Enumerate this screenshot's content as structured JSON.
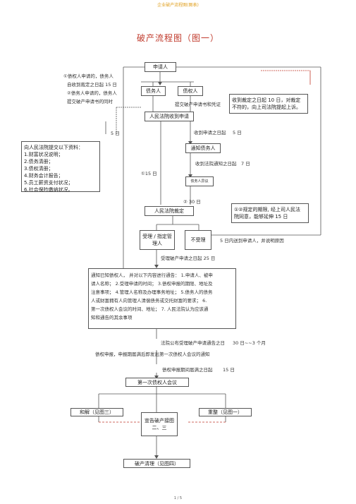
{
  "header": {
    "title": "企业破产流程图(图表)"
  },
  "page_title": "破产流程图（图一）",
  "page_number": "1 / 5",
  "nodes": {
    "applicant": "申请人",
    "debtor": "债务人",
    "creditor": "债权人",
    "submit_court": "人民法院收到申请",
    "notify_debtor": "通知债务人",
    "debtor_objection": "债务人异议",
    "court_ruling": "人民法院裁定",
    "accept": "受理 / 指定管理人",
    "reject": "不受理",
    "first_meeting": "第一次债权人会议",
    "settlement": "和解（见图三）",
    "declare_bankrupt": "宣告破产接图二、三",
    "reorganization": "重整（见图一）",
    "liquidation": "破产清理（见图四）"
  },
  "notes": {
    "creditor_apply": "①债权人申请的，债务人",
    "receive_ruling": "自收到裁定之日起  15 日",
    "debtor_apply": "②债务人申请的，债务人",
    "debtor_submit": "提交破产申请书的同时",
    "submit_docs": "提交破产申请书和凭证",
    "court_10days": "收到裁定之日起   10 日，对裁定",
    "court_10days_2": "不符的，向上司法院提起上诉。",
    "five_days": "5 日",
    "receive_five": "收到申请之日起",
    "five_days_b": "5 日",
    "notice_7": "收到法院通知之日起",
    "seven_days": "7 日",
    "fifteen_days": "①15 日",
    "thirty_days": "② 30 日",
    "extend_1": "①②规定的期限",
    "extend_2": ", 经上司人民法",
    "extend_3": "院同意，能够延伸  15 日",
    "notify_reject": "5 日内送到申请人，并说明原因",
    "accept_25": "受理破产申请之日起  25 日",
    "public_notice": "法院公布受理破产申请通告之日",
    "public_notice_days": "30 日~~3 个月",
    "creditor_declare": "债权申报，申报期届满后即发出第一次债权人会议的通知",
    "declare_15": "债权申报期间届满之日起",
    "declare_15_days": "15 日"
  },
  "debtor_docs": {
    "title": "向人民法院提交以下资料：",
    "items": [
      "1.财富状况说明；",
      "2.债务清册；",
      "3.债权清册；",
      "4.财务会计报告；",
      "5.员工薪资支付状况；",
      "6.社会保险缴纳状况。"
    ]
  },
  "notification": {
    "lines": [
      "通知已知债权人，   并对以下内容进行通告：    1.申请人、被申",
      "请人名称；  2.受理申请的时间；    3.债权申报的期限、地址及",
      "注意事项；  4.管理人名称及办理事务地址；       5.债务人的债务",
      "人或财富拥有人向管理人清偿债务或交托财富的要求；            6.",
      "第一次债权人会议的时间、地址；       7. 人民法院认为应该通",
      "知和通告的其余事项"
    ]
  },
  "colors": {
    "line": "#555555",
    "accent": "#c0392b",
    "header": "#e0a020"
  }
}
